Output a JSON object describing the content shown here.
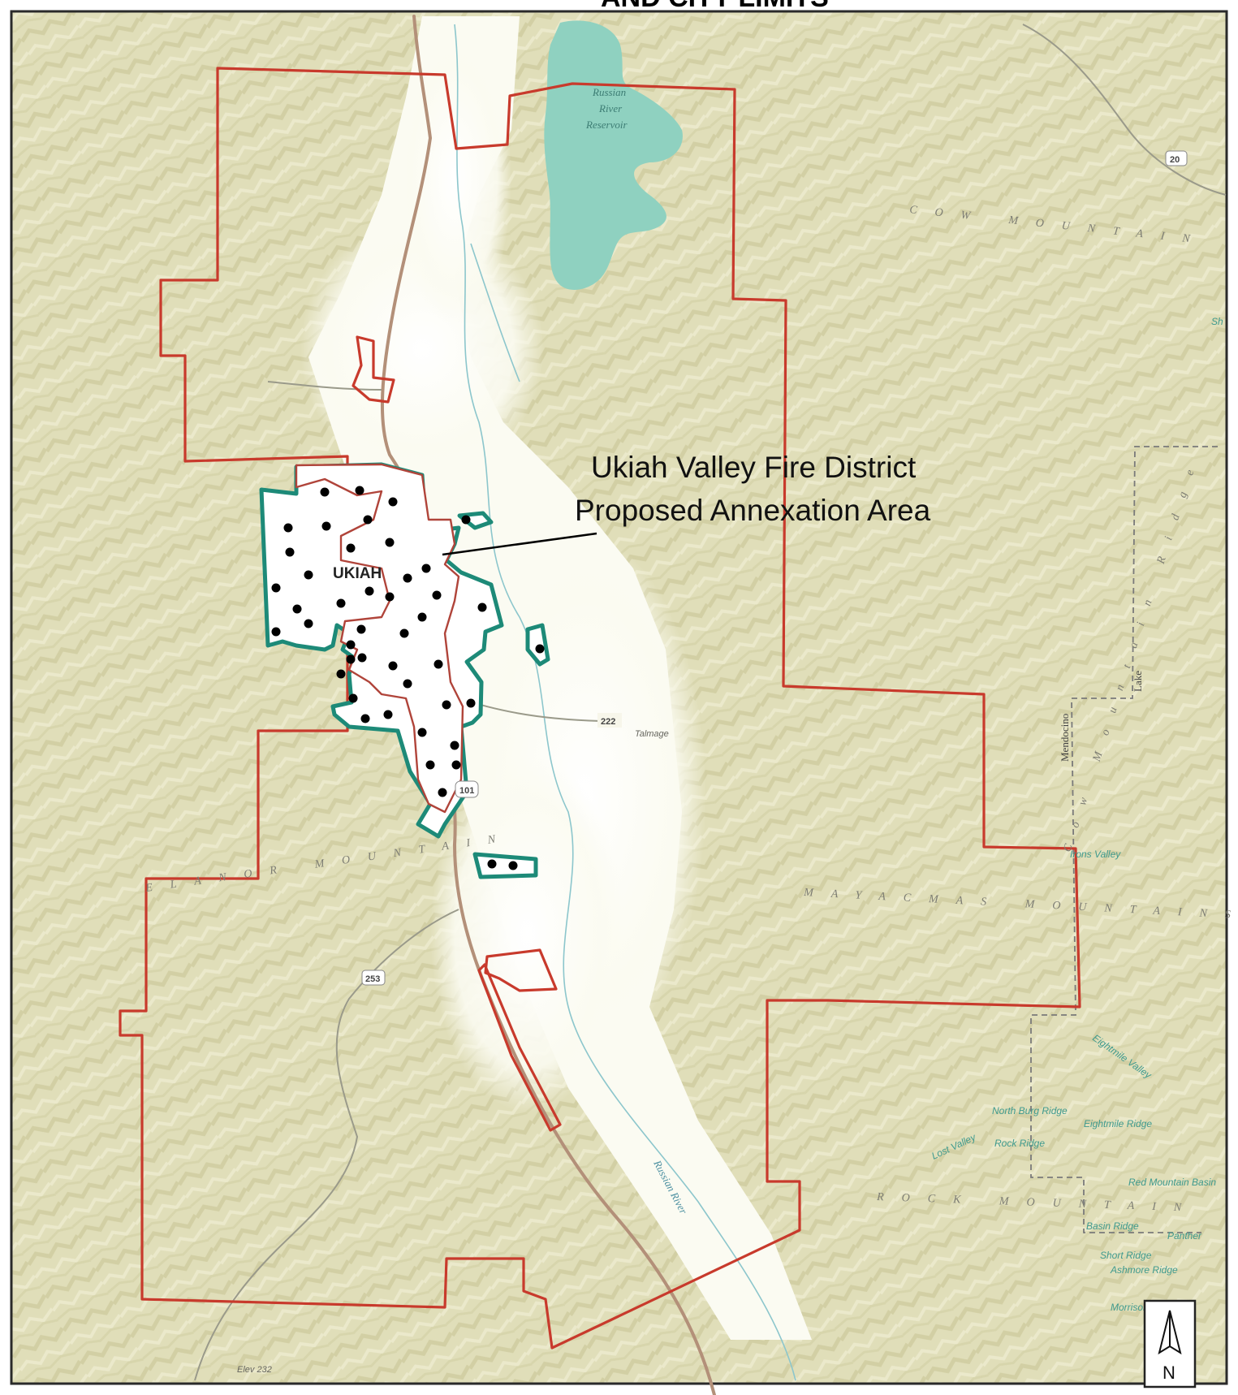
{
  "map": {
    "title_fragment": "AND CITY LIMITS",
    "callout_line1": "Ukiah Valley Fire District",
    "callout_line2": "Proposed Annexation Area",
    "city_label": "UKIAH",
    "lake_label_1": "Russian",
    "lake_label_2": "River",
    "lake_label_3": "Reservoir",
    "river_label": "Russian River",
    "place_talmage": "Talmage",
    "county_mendocino": "Mendocino",
    "county_lake": "Lake",
    "north_label": "N",
    "colors": {
      "fire_district_boundary": "#c83a2c",
      "annexation_area": "#1d8a78",
      "city_limits": "#b0443a",
      "lake": "#8fd1c0",
      "terrain": "#d6d3a6"
    }
  },
  "terrain_labels": {
    "cow_mountain": "COW MOUNTAIN",
    "mayacmas_mountains": "MAYACMAS MOUNTAINS",
    "elanor_mountain": "ELANOR MOUNTAIN",
    "cow_ridge": "Cow Mountain Ridge",
    "rocky": "ROCK MOUNTAIN"
  },
  "small_labels": {
    "eightmile_valley": "Eightmile Valley",
    "lost_valley": "Lost Valley",
    "eightmile_ridge": "Eightmile Ridge",
    "north_burg_ridge": "North Burg Ridge",
    "rock_ridge": "Rock Ridge",
    "red_mountain_basin": "Red Mountain Basin",
    "basin_ridge": "Basin Ridge",
    "panther": "Panther",
    "short_ridge": "Short Ridge",
    "ashmore_ridge": "Ashmore Ridge",
    "morrison": "Morrison",
    "irons_valley": "Irons Valley",
    "sh": "Sh",
    "elev": "Elev 232"
  },
  "route_shields": {
    "r20": "20",
    "r222": "222",
    "r101": "101",
    "r253": "253"
  }
}
